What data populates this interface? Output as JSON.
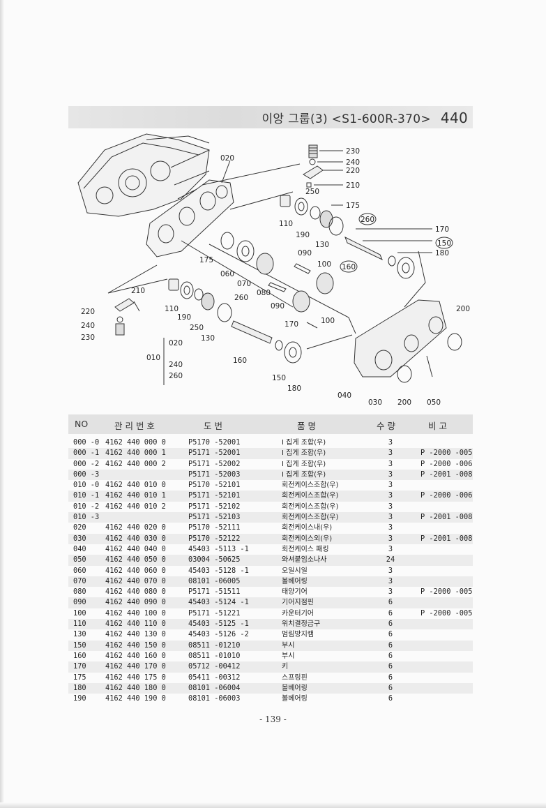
{
  "header": {
    "title": "이앙 그룹(3) <S1-600R-370>",
    "page_code": "440"
  },
  "diagram": {
    "labels": [
      "230",
      "240",
      "220",
      "210",
      "250",
      "175",
      "260",
      "170",
      "150",
      "180",
      "110",
      "190",
      "130",
      "160",
      "020",
      "090",
      "100",
      "060",
      "070",
      "080",
      "175",
      "210",
      "220",
      "240",
      "230",
      "110",
      "190",
      "250",
      "130",
      "260",
      "170",
      "100",
      "090",
      "160",
      "020",
      "240",
      "260",
      "010",
      "150",
      "180",
      "040",
      "030",
      "200",
      "050",
      "200"
    ]
  },
  "table": {
    "headers": {
      "no": "NO",
      "mgmt": "관 리 번 호",
      "drawing": "도  번",
      "name": "품  명",
      "qty": "수  량",
      "note": "비  고"
    },
    "rows": [
      {
        "no": "000 -0",
        "mgmt": "4162 440 000 0",
        "dwg": "P5170 -52001",
        "name": "I 집게 조합(우)",
        "qty": "3",
        "note": ""
      },
      {
        "no": "000 -1",
        "mgmt": "4162 440 000 1",
        "dwg": "P5171 -52001",
        "name": "I 집게 조합(우)",
        "qty": "3",
        "note": "P -2000 -005"
      },
      {
        "no": "000 -2",
        "mgmt": "4162 440 000 2",
        "dwg": "P5171 -52002",
        "name": "I 집게 조합(우)",
        "qty": "3",
        "note": "P -2000 -006"
      },
      {
        "no": "000 -3",
        "mgmt": "",
        "dwg": "P5171 -52003",
        "name": "I 집게 조합(우)",
        "qty": "3",
        "note": "P -2001 -008"
      },
      {
        "no": "010 -0",
        "mgmt": "4162 440 010 0",
        "dwg": "P5170 -52101",
        "name": "회전케이스조합(우)",
        "qty": "3",
        "note": ""
      },
      {
        "no": "010 -1",
        "mgmt": "4162 440 010 1",
        "dwg": "P5171 -52101",
        "name": "회전케이스조합(우)",
        "qty": "3",
        "note": "P -2000 -006"
      },
      {
        "no": "010 -2",
        "mgmt": "4162 440 010 2",
        "dwg": "P5171 -52102",
        "name": "회전케이스조합(우)",
        "qty": "3",
        "note": ""
      },
      {
        "no": "010 -3",
        "mgmt": "",
        "dwg": "P5171 -52103",
        "name": "회전케이스조합(우)",
        "qty": "3",
        "note": "P -2001 -008"
      },
      {
        "no": "020",
        "mgmt": "4162 440 020 0",
        "dwg": "P5170 -52111",
        "name": "회전케이스내(우)",
        "qty": "3",
        "note": ""
      },
      {
        "no": "030",
        "mgmt": "4162 440 030 0",
        "dwg": "P5170 -52122",
        "name": "회전케이스외(우)",
        "qty": "3",
        "note": "P -2001 -008"
      },
      {
        "no": "040",
        "mgmt": "4162 440 040 0",
        "dwg": "45403 -5113 -1",
        "name": "회전케이스 패킹",
        "qty": "3",
        "note": ""
      },
      {
        "no": "050",
        "mgmt": "4162 440 050 0",
        "dwg": "03004 -50625",
        "name": "와셔붙임소나사",
        "qty": "24",
        "note": ""
      },
      {
        "no": "060",
        "mgmt": "4162 440 060 0",
        "dwg": "45403 -5128 -1",
        "name": "오일시일",
        "qty": "3",
        "note": ""
      },
      {
        "no": "070",
        "mgmt": "4162 440 070 0",
        "dwg": "08101 -06005",
        "name": "볼베어링",
        "qty": "3",
        "note": ""
      },
      {
        "no": "080",
        "mgmt": "4162 440 080 0",
        "dwg": "P5171 -51511",
        "name": "태양기어",
        "qty": "3",
        "note": "P -2000 -005"
      },
      {
        "no": "090",
        "mgmt": "4162 440 090 0",
        "dwg": "45403 -5124 -1",
        "name": "기어지점핀",
        "qty": "6",
        "note": ""
      },
      {
        "no": "100",
        "mgmt": "4162 440 100 0",
        "dwg": "P5171 -51221",
        "name": "카운터기어",
        "qty": "6",
        "note": "P -2000 -005"
      },
      {
        "no": "110",
        "mgmt": "4162 440 110 0",
        "dwg": "45403 -5125 -1",
        "name": "위치결정금구",
        "qty": "6",
        "note": ""
      },
      {
        "no": "130",
        "mgmt": "4162 440 130 0",
        "dwg": "45403 -5126 -2",
        "name": "멈림방지캠",
        "qty": "6",
        "note": ""
      },
      {
        "no": "150",
        "mgmt": "4162 440 150 0",
        "dwg": "08511 -01210",
        "name": "부시",
        "qty": "6",
        "note": ""
      },
      {
        "no": "160",
        "mgmt": "4162 440 160 0",
        "dwg": "08511 -01010",
        "name": "부시",
        "qty": "6",
        "note": ""
      },
      {
        "no": "170",
        "mgmt": "4162 440 170 0",
        "dwg": "05712 -00412",
        "name": "키",
        "qty": "6",
        "note": ""
      },
      {
        "no": "175",
        "mgmt": "4162 440 175 0",
        "dwg": "05411 -00312",
        "name": "스프링핀",
        "qty": "6",
        "note": ""
      },
      {
        "no": "180",
        "mgmt": "4162 440 180 0",
        "dwg": "08101 -06004",
        "name": "볼베어링",
        "qty": "6",
        "note": ""
      },
      {
        "no": "190",
        "mgmt": "4162 440 190 0",
        "dwg": "08101 -06003",
        "name": "볼베어링",
        "qty": "6",
        "note": ""
      }
    ]
  },
  "footer": {
    "page": "- 139 -"
  }
}
